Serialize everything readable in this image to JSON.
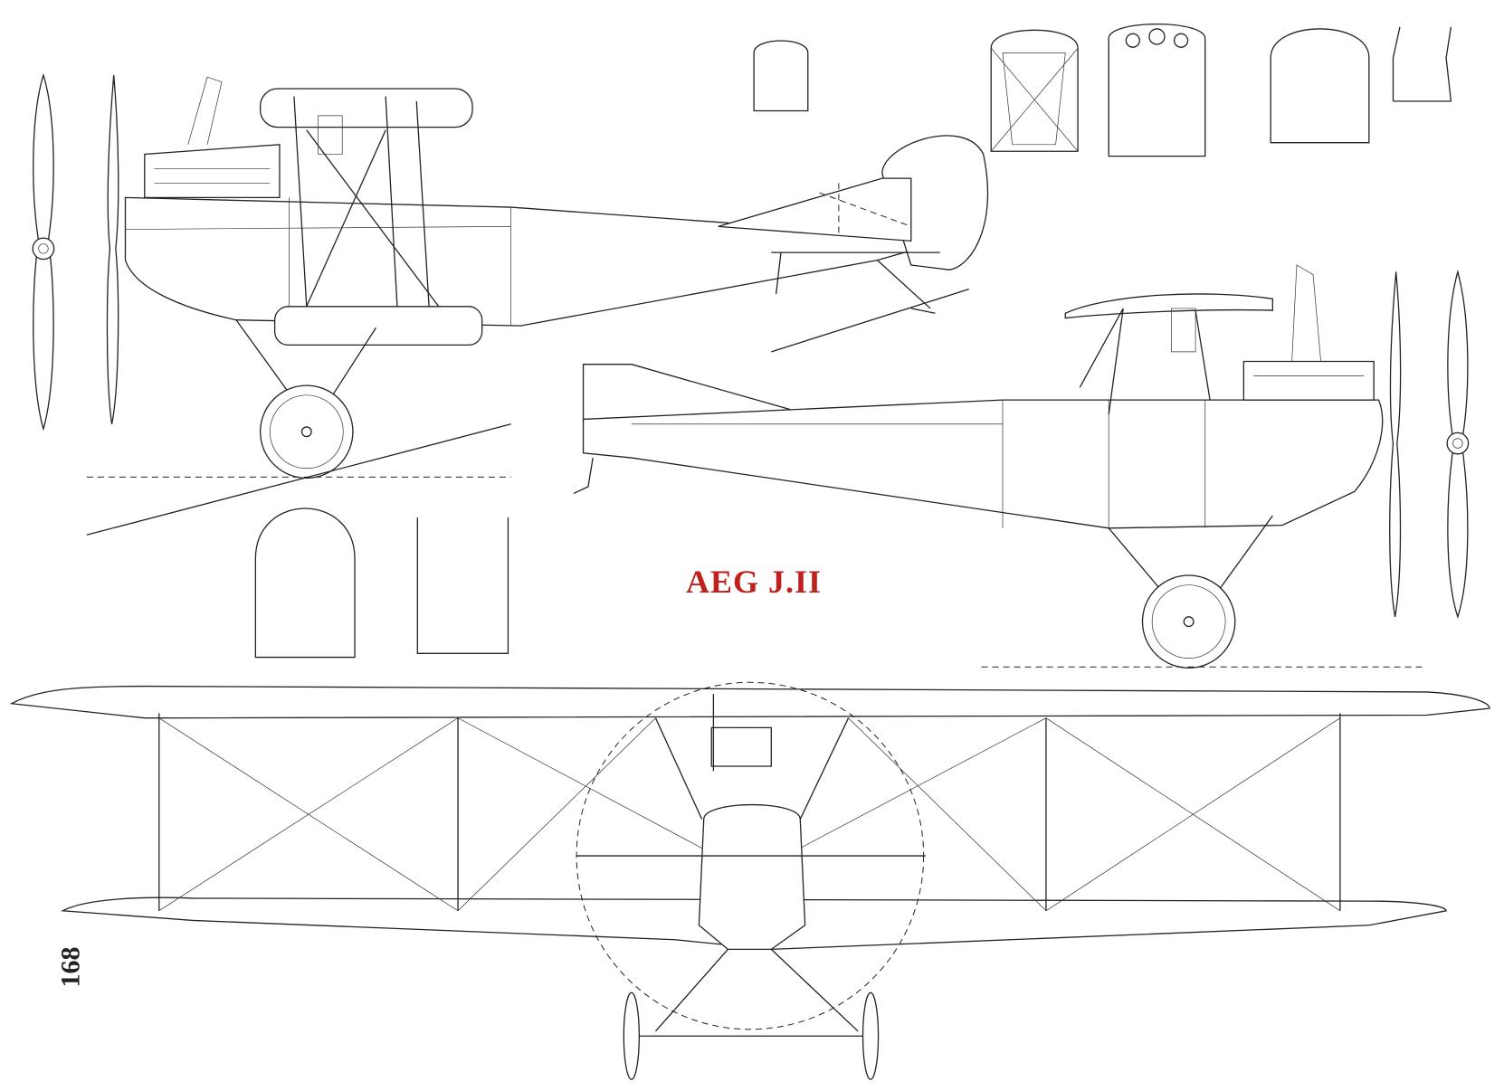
{
  "title": "AEG J.II",
  "page_number": "168",
  "colors": {
    "title": "#c0201c",
    "line": "#222222",
    "background": "#ffffff"
  },
  "views": [
    "left-side-view",
    "right-side-view",
    "front-view",
    "fuselage-cross-sections"
  ]
}
